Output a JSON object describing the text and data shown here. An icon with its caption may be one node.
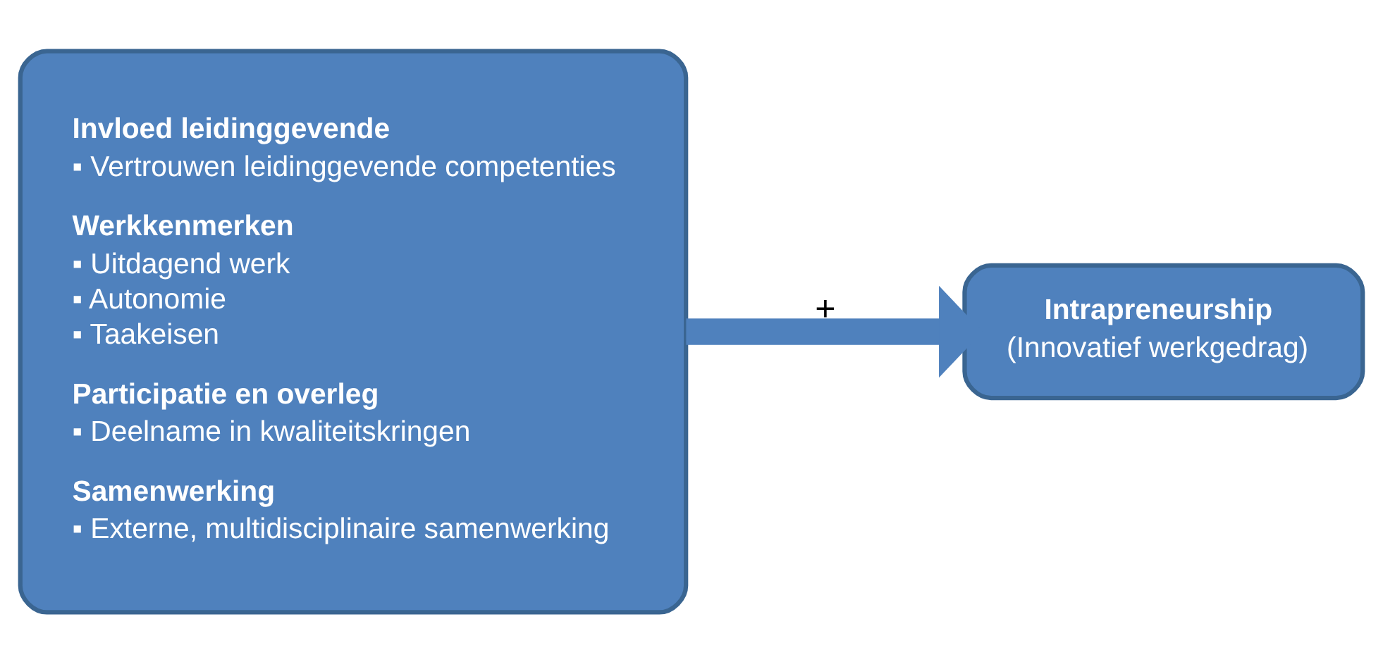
{
  "diagram": {
    "nodes": [
      {
        "text": [
          "Invloed leidinggevende",
          "▪ Vertrouwen leidinggevende competenties",
          "Werkkenmerken",
          "▪ Uitdagend werk",
          "▪ Autonomie",
          "▪ Taakeisen",
          "Participatie en overleg",
          "▪ Deelname in kwaliteitskringen",
          "Samenwerking",
          "▪ Externe, multidisciplinaire samenwerking"
        ]
      },
      {
        "text": [
          "Intrapreneurship",
          "(Innovatief werkgedrag)"
        ]
      }
    ],
    "edges": [
      {
        "from": 0,
        "to": 1,
        "arrow": "to",
        "label": "+"
      }
    ]
  }
}
